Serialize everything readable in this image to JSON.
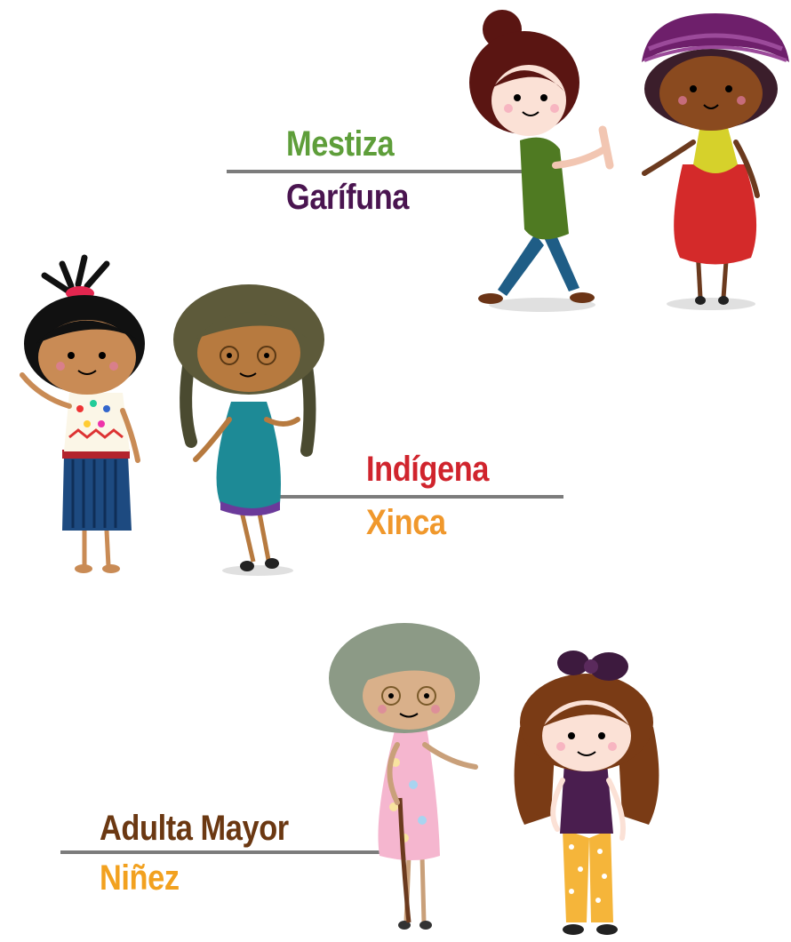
{
  "groups": [
    {
      "top": "Mestiza",
      "bottom": "Garífuna"
    },
    {
      "top": "Indígena",
      "bottom": "Xinca"
    },
    {
      "top": "Adulta Mayor",
      "bottom": "Niñez"
    }
  ],
  "colors": {
    "mestiza": "#5e9e3a",
    "garifuna": "#4a1550",
    "indigena": "#d0242d",
    "xinca": "#f0982c",
    "adulta_mayor": "#6b3812",
    "ninez": "#f2a11f",
    "rule": "#7c7c7c"
  },
  "figures": [
    "mestiza-girl-figure",
    "garifuna-girl-figure",
    "indigena-girl-figure",
    "xinca-girl-figure",
    "elderly-woman-figure",
    "young-girl-figure"
  ]
}
